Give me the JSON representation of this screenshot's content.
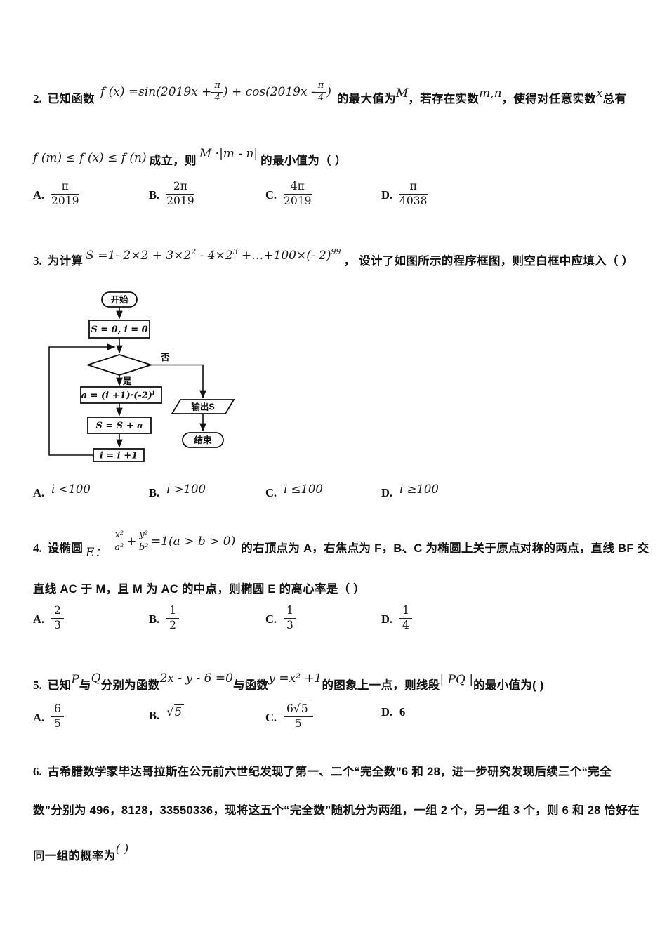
{
  "page": {
    "background": "#ffffff",
    "text_color": "#111111"
  },
  "q2": {
    "number": "2.",
    "pre": "已知函数",
    "formula1": {
      "p1": "f (x) =sin(2019x +",
      "f1n": "π",
      "f1d": "4",
      "p2": ") + cos(2019x -",
      "f2n": "π",
      "f2d": "4",
      "p3": ")"
    },
    "mid1": "的最大值为",
    "var1": "M",
    "mid2": "，若存在实数",
    "var2": "m,n",
    "mid3": "，使得对任意实数",
    "var3": "x",
    "mid4": "总有",
    "line2_formula": "f (m) ≤ f (x) ≤ f (n)",
    "line2_mid": "成立，则",
    "line2_formula2": "M ·|m - n|",
    "line2_post": "的最小值为（ ）",
    "options": [
      {
        "label": "A.",
        "num": "π",
        "den": "2019"
      },
      {
        "label": "B.",
        "num": "2π",
        "den": "2019"
      },
      {
        "label": "C.",
        "num": "4π",
        "den": "2019"
      },
      {
        "label": "D.",
        "num": "π",
        "den": "4038"
      }
    ]
  },
  "q3": {
    "number": "3.",
    "pre": "为计算",
    "formula": {
      "p1": "S =1- 2×2 + 3×2",
      "s1": "2",
      "p2": " - 4×2",
      "s2": "3",
      "p3": " +…+100×(- 2)",
      "s3": "99"
    },
    "post": "，  设计了如图所示的程序框图，则空白框中应填入（  ）",
    "flowchart": {
      "start": "开始",
      "init": "S = 0, i = 0",
      "no": "否",
      "yes": "是",
      "assign_main": "a = (i +1)·(-2)",
      "assign_sup": "i",
      "accumulate": "S = S + a",
      "increment": "i = i +1",
      "output": "输出S",
      "end": "结束"
    },
    "options": [
      {
        "label": "A.",
        "text": "i <100"
      },
      {
        "label": "B.",
        "text": "i >100"
      },
      {
        "label": "C.",
        "text": "i ≤100"
      },
      {
        "label": "D.",
        "text": "i ≥100"
      }
    ]
  },
  "q4": {
    "number": "4.",
    "pre": "设椭圆",
    "sub": "E：",
    "formula": {
      "n1": "x²",
      "d1": "a²",
      "plus": "+",
      "n2": "y²",
      "d2": "b²",
      "tail": "=1(a > b > 0)"
    },
    "post": "的右顶点为 A，右焦点为 F，B、C 为椭圆上关于原点对称的两点，直线 BF 交",
    "line2": "直线 AC 于 M，且 M 为 AC 的中点，则椭圆 E 的离心率是（  ）",
    "options": [
      {
        "label": "A.",
        "num": "2",
        "den": "3"
      },
      {
        "label": "B.",
        "num": "1",
        "den": "2"
      },
      {
        "label": "C.",
        "num": "1",
        "den": "3"
      },
      {
        "label": "D.",
        "num": "1",
        "den": "4"
      }
    ]
  },
  "q5": {
    "number": "5.",
    "pre": "已知",
    "var1": "P",
    "mid1": "与",
    "var2": "Q",
    "mid2": "分别为函数",
    "formula1": "2x - y - 6 =0",
    "mid3": "与函数",
    "formula2": "y =x² +1",
    "mid4": "的图象上一点，则线段",
    "formula3": "| PQ |",
    "post": "的最小值为(  )",
    "options": [
      {
        "label": "A.",
        "num": "6",
        "den": "5"
      },
      {
        "label": "B.",
        "rad": "5"
      },
      {
        "label": "C.",
        "num_pre": "6",
        "num_rad": "5",
        "den": "5"
      },
      {
        "label": "D.",
        "text": "6"
      }
    ]
  },
  "q6": {
    "number": "6.",
    "line1": "古希腊数学家毕达哥拉斯在公元前六世纪发现了第一、二个“完全数”6 和 28，进一步研究发现后续三个“完全",
    "line2": "数”分别为 496，8128，33550336，现将这五个“完全数”随机分为两组，一组 2 个，另一组 3 个，则 6 和 28 恰好在",
    "line3": "同一组的概率为",
    "paren": "(  )"
  }
}
